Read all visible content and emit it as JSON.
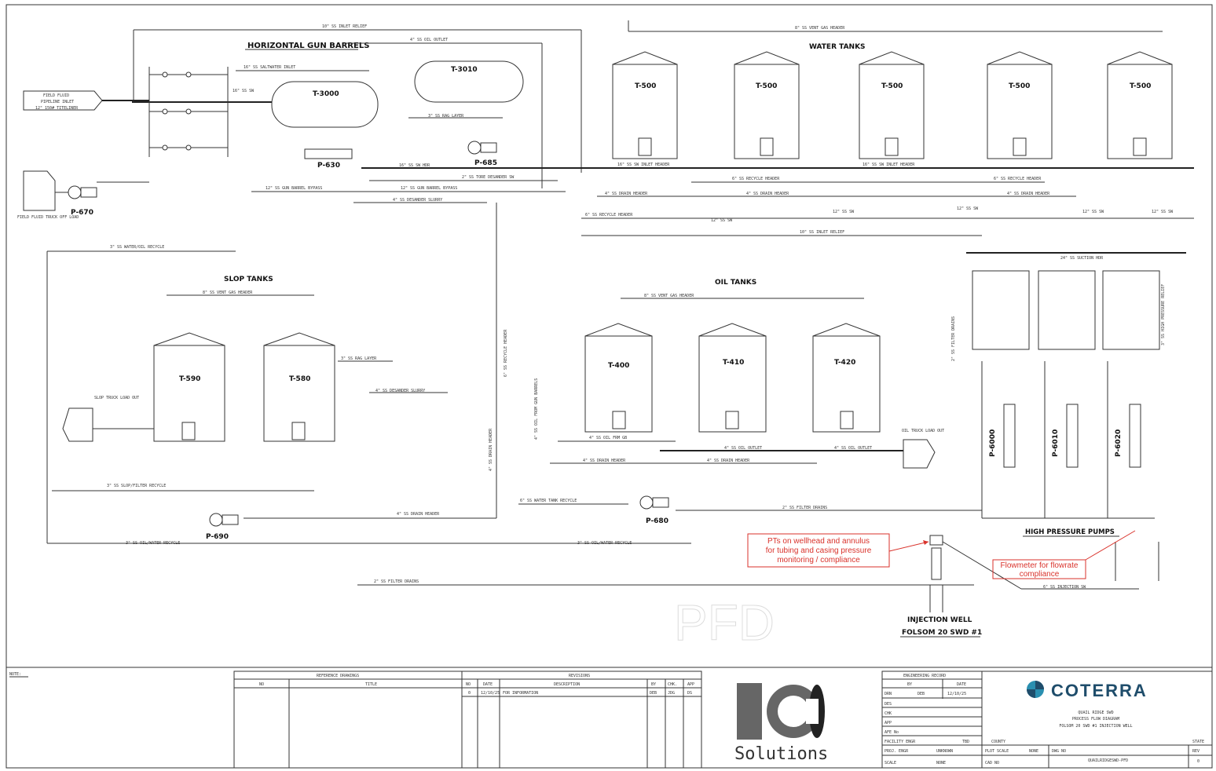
{
  "title_headers": {
    "gun_barrels": "HORIZONTAL GUN BARRELS",
    "water_tanks": "WATER TANKS",
    "slop_tanks": "SLOP TANKS",
    "oil_tanks": "OIL TANKS",
    "hp_pumps": "HIGH PRESSURE PUMPS",
    "injection_well": "INJECTION WELL",
    "well_name": "FOLSOM 20 SWD #1"
  },
  "equipment": {
    "t3000": "T-3000",
    "t3010": "T-3010",
    "t500": "T-500",
    "t590": "T-590",
    "t580": "T-580",
    "t400": "T-400",
    "t410": "T-410",
    "t420": "T-420",
    "p630": "P-630",
    "p685": "P-685",
    "p670": "P-670",
    "p690": "P-690",
    "p680": "P-680",
    "p6000": "P-6000",
    "p6010": "P-6010",
    "p6020": "P-6020"
  },
  "line_labels": {
    "inlet_relief": "10\" SS INLET RELIEF",
    "oil_outlet_gb": "4\" SS OIL OUTLET",
    "saltwater_inlet": "16\" SS SALTWATER INLET",
    "ss_sw16": "16\" SS SW",
    "rag_layer": "3\" SS RAG LAYER",
    "sw_hdr": "16\" SS SW HDR",
    "tore_desander": "2\" SS TORE DESANDER SW",
    "gb_bypass": "12\" SS GUN BARREL BYPASS",
    "gb_bypass2": "12\" SS GUN BARREL BYPASS",
    "desander_slurry": "4\" SS DESANDER SLURRY",
    "drain_header": "4\" SS DRAIN HEADER",
    "recycle_header": "6\" SS RECYCLE HEADER",
    "vent_gas_header": "8\" SS VENT GAS HEADER",
    "sw_inlet_header": "16\" SS SW INLET HEADER",
    "sw12": "12\" SS SW",
    "inlet_relief_10": "10\" SS INLET RELIEF",
    "suction_hdr": "24\" SS SUCTION HDR",
    "water_oil_recycle": "3\" SS WATER/OIL RECYCLE",
    "recycle_header_vert": "6\" SS RECYCLE HEADER",
    "oil_from_gb": "4\" SS OIL FROM GUN BARRELS",
    "drain_header_vert": "4\" SS DRAIN HEADER",
    "filter_drains_vert": "2\" SS FILTER DRAINS",
    "hp_relief": "3\" SS HIGH PRESSURE RELIEF",
    "rag_layer_slop": "3\" SS RAG LAYER",
    "desander_slurry_slop": "4\" SS DESANDER SLURRY",
    "oil_frm_gb": "4\" SS OIL FRM GB",
    "oil_outlet": "4\" SS OIL OUTLET",
    "slop_filter_recycle": "3\" SS SLOP/FILTER RECYCLE",
    "water_tank_recycle": "6\" SS WATER TANK RECYCLE",
    "filter_drains": "2\" SS FILTER DRAINS",
    "oil_water_recycle": "3\" SS OIL/WATER RECYCLE",
    "injection_sw": "6\" SS INJECTION SW",
    "field_fluid": "FIELD FLUID",
    "pipeline_inlet": "PIPELINE INLET",
    "pipe_spec": "12\" 150# TITELINER",
    "truck_off_load": "FIELD FLUID TRUCK OFF LOAD",
    "slop_load_out": "SLOP TRUCK LOAD OUT",
    "oil_load_out": "OIL TRUCK LOAD OUT"
  },
  "annotations": {
    "pt_note": [
      "PTs on wellhead and annulus",
      "for tubing and casing pressure",
      "monitoring / compliance"
    ],
    "flow_note": [
      "Flowmeter for flowrate",
      "compliance"
    ],
    "watermark": "PFD"
  },
  "title_block": {
    "note_label": "NOTE:",
    "ref_drawings": "REFERENCE DRAWINGS",
    "ref_no": "NO",
    "ref_title": "TITLE",
    "revisions": "REVISIONS",
    "rev_cols": [
      "NO",
      "DATE",
      "DESCRIPTION",
      "BY",
      "CHK.",
      "APP"
    ],
    "rev_row": [
      "0",
      "12/10/25",
      "FOR INFORMATION",
      "DEB",
      "JDG",
      "DS"
    ],
    "logo_text": "Solutions",
    "eng_record": "ENGINEERING RECORD",
    "by": "BY",
    "date": "DATE",
    "drn": "DRN",
    "drn_by": "DEB",
    "drn_date": "12/10/25",
    "des": "DES",
    "chk": "CHK",
    "app": "APP",
    "afe": "AFE No",
    "facility_engr": "FACILITY ENGR",
    "facility_val": "TBD",
    "proj_engr": "PROJ. ENGR",
    "proj_val": "UNKNOWN",
    "scale": "SCALE",
    "scale_val": "NONE",
    "company": "COTERRA",
    "proj_line1": "QUAIL RIDGE SWD",
    "proj_line2": "PROCESS FLOW DIAGRAM",
    "proj_line3": "FOLSOM 20 SWD #1 INJECTION WELL",
    "county": "COUNTY",
    "state": "STATE",
    "plot_scale": "PLOT SCALE",
    "plot_val": "NONE",
    "dwg_no": "DWG NO",
    "dwg_val": "QUAILRIDGESWD-PFD",
    "rev": "REV",
    "rev_val": "0",
    "cad_no": "CAD NO"
  },
  "colors": {
    "annotation": "#d9322b",
    "brand": "#1f4d6b",
    "accent": "#2a8fb0"
  }
}
